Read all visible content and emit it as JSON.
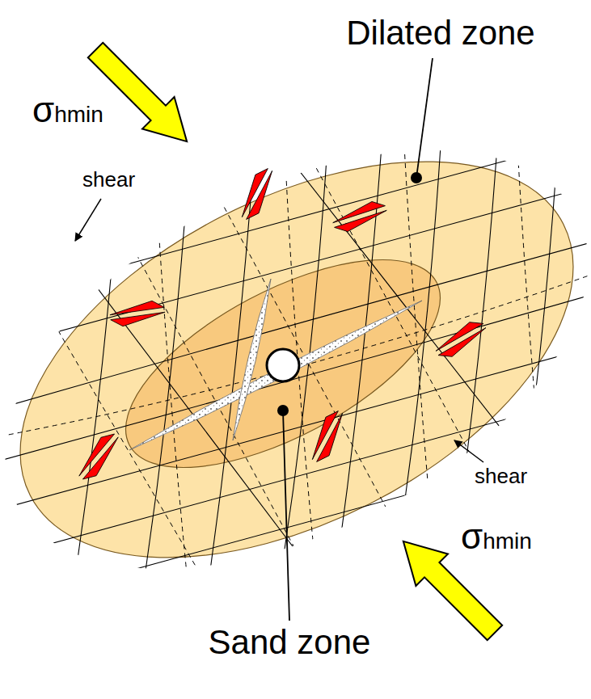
{
  "diagram": {
    "labels": [
      "Dilated zone",
      "Sand zone",
      "shear",
      "shear",
      "σhmin",
      "σhmin"
    ]
  }
}
